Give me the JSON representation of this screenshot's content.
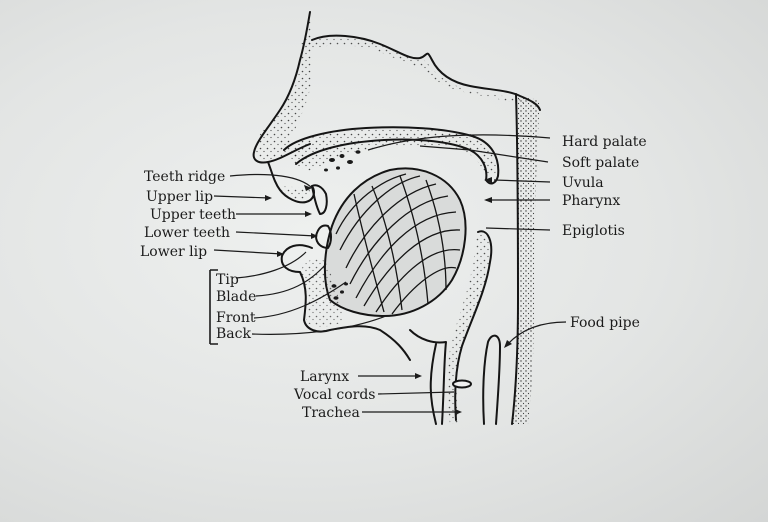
{
  "labels": {
    "hard_palate": "Hard palate",
    "soft_palate": "Soft palate",
    "uvula": "Uvula",
    "pharynx": "Pharynx",
    "epiglotis": "Epiglotis",
    "food_pipe": "Food pipe",
    "teeth_ridge": "Teeth ridge",
    "upper_lip": "Upper lip",
    "upper_teeth": "Upper teeth",
    "lower_teeth": "Lower teeth",
    "lower_lip": "Lower lip",
    "tip": "Tip",
    "blade": "Blade",
    "front": "Front",
    "back": "Back",
    "larynx": "Larynx",
    "vocal_cords": "Vocal cords",
    "trachea": "Trachea"
  }
}
